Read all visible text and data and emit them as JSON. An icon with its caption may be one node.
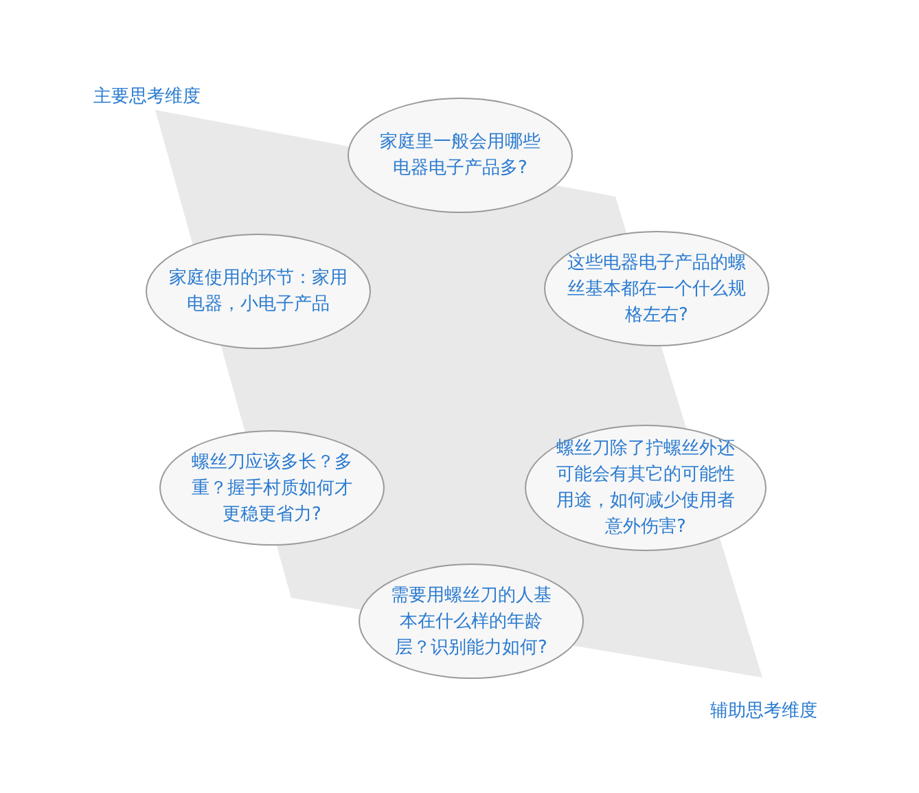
{
  "diagram": {
    "nodes": [
      {
        "text": [
          "家庭里一般会用哪些电器电子产品多?"
        ]
      },
      {
        "text": [
          "家庭使用的环节：家用电器，小电子产品"
        ]
      },
      {
        "text": [
          "这些电器电子产品的螺丝基本都在一个什么规格左右?"
        ]
      },
      {
        "text": [
          "螺丝刀应该多长？多重？握手村质如何才更稳更省力?"
        ]
      },
      {
        "text": [
          "螺丝刀除了拧螺丝外还可能会有其它的可能性用途，如何减少使用者意外伤害?"
        ]
      },
      {
        "text": [
          "需要用螺丝刀的人基本在什么样的年龄层？识别能力如何?"
        ]
      }
    ],
    "edges": [],
    "labels": [
      "主要思考维度",
      "辅助思考维度"
    ]
  }
}
